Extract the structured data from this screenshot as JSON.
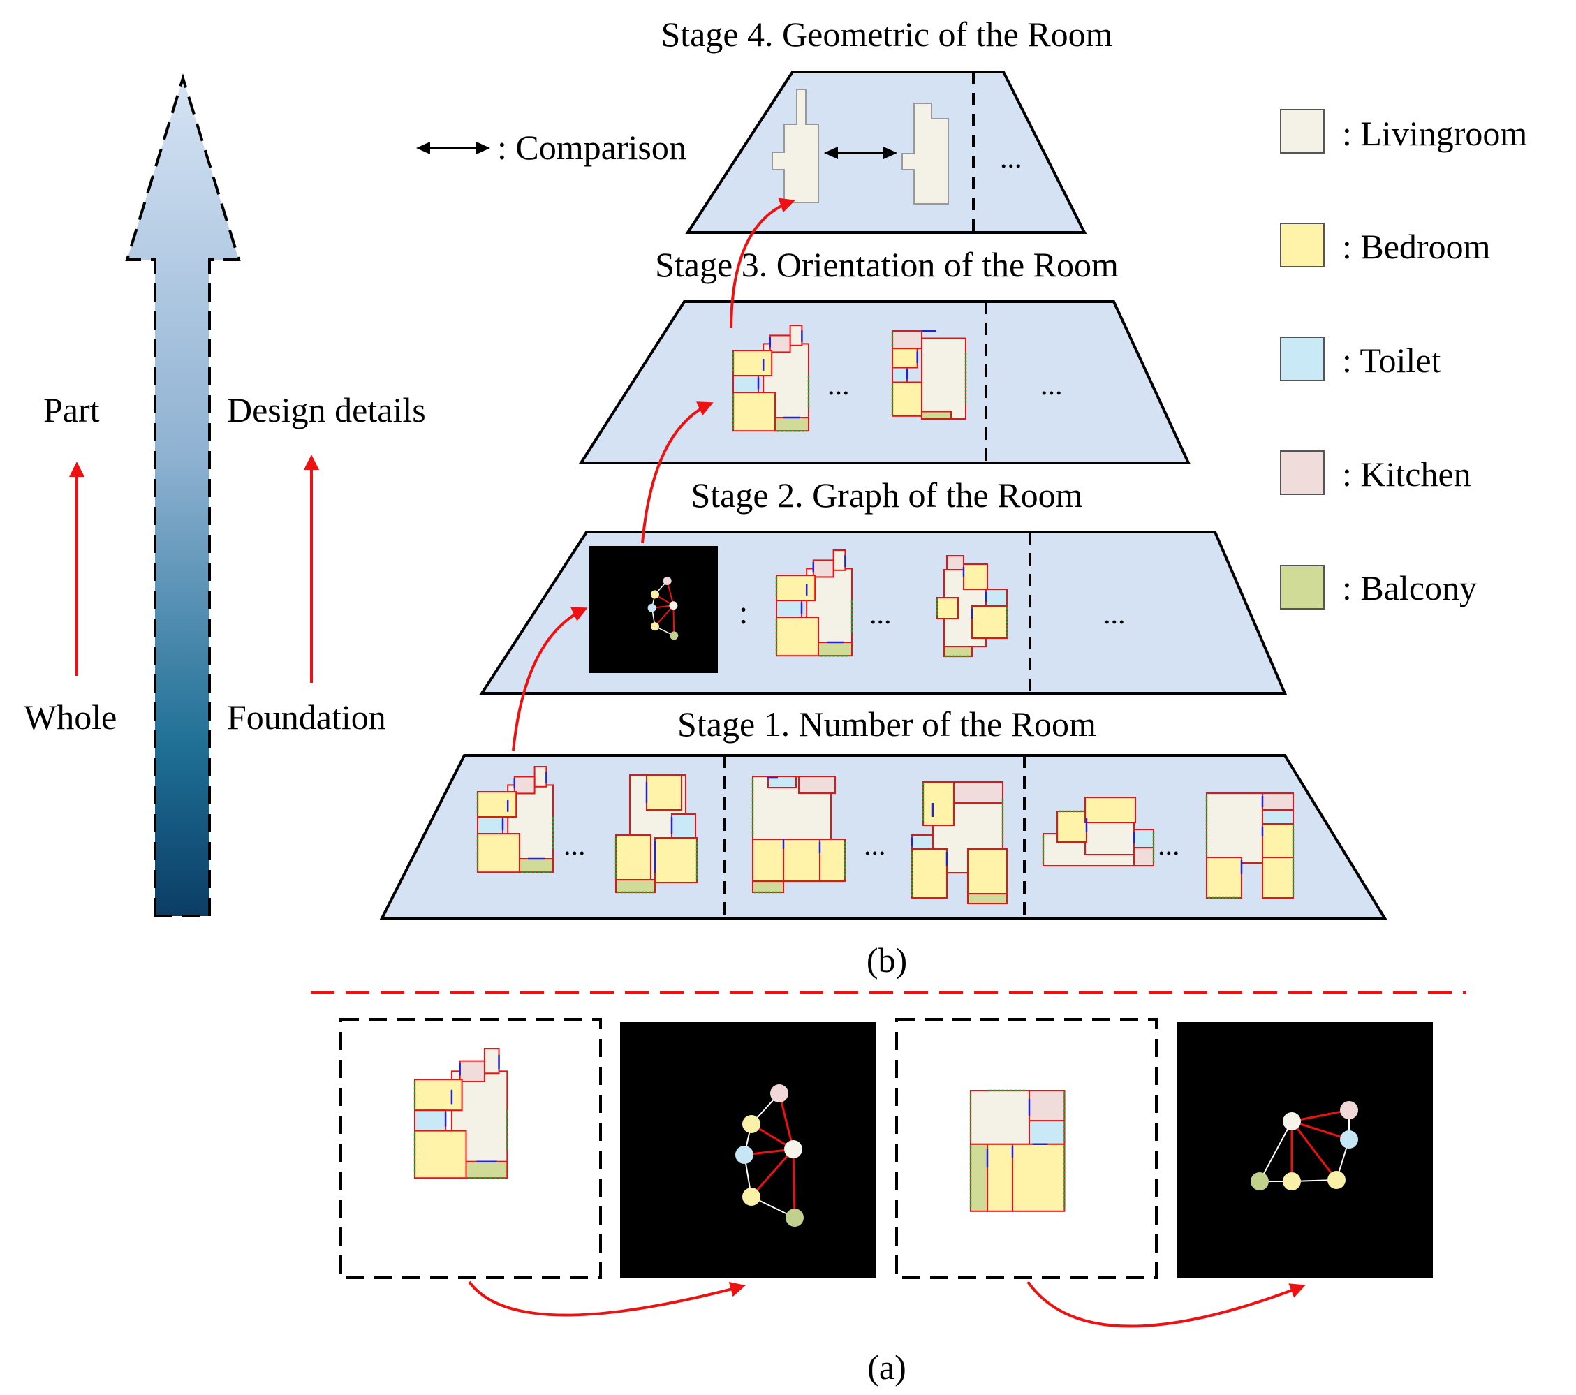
{
  "stages": [
    {
      "label": "Stage 4. Geometric of the Room"
    },
    {
      "label": "Stage 3. Orientation of the Room"
    },
    {
      "label": "Stage 2. Graph of the Room"
    },
    {
      "label": "Stage 1. Number of the Room"
    }
  ],
  "comparison_label": ": Comparison",
  "ellipsis": "...",
  "axis": {
    "left_top": "Part",
    "left_bottom": "Whole",
    "right_top": "Design details",
    "right_bottom": "Foundation"
  },
  "legend": [
    {
      "label": ": Livingroom",
      "color": "#f4f1e6"
    },
    {
      "label": ": Bedroom",
      "color": "#fef3a8"
    },
    {
      "label": ": Toilet",
      "color": "#c9e9f7"
    },
    {
      "label": ": Kitchen",
      "color": "#f1dcdc"
    },
    {
      "label": ": Balcony",
      "color": "#cfdb96"
    }
  ],
  "captions": {
    "b": "(b)",
    "a": "(a)"
  },
  "colors": {
    "band": "#d5e2f3",
    "wall": "#ee1111",
    "door": "#2222dd",
    "window": "#2a9a2a",
    "arrow_red": "#ee1111",
    "arrow_top": "#d6e3f4",
    "arrow_bottom": "#0b3d66",
    "node_living": "#f6f3ea",
    "node_bed": "#faf1a8",
    "node_toilet": "#c6e6f6",
    "node_kitchen": "#f0d8d8",
    "node_balcony": "#c2d08e"
  }
}
